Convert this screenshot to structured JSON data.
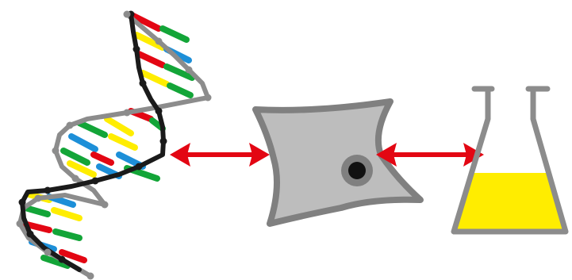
{
  "diagram": {
    "nodes": [
      {
        "id": "dna",
        "icon": "dna-double-helix-icon"
      },
      {
        "id": "cell",
        "icon": "cell-icon"
      },
      {
        "id": "flask",
        "icon": "erlenmeyer-flask-icon"
      }
    ],
    "links": [
      {
        "from": "dna",
        "to": "cell",
        "type": "bidirectional"
      },
      {
        "from": "cell",
        "to": "flask",
        "type": "bidirectional"
      }
    ],
    "colors": {
      "backbone_dark": "#1a1a1a",
      "backbone_gray": "#8c8c8c",
      "base_red": "#e30613",
      "base_green": "#13a538",
      "base_yellow": "#ffed00",
      "base_blue": "#1d8fd8",
      "arrow": "#e30613",
      "cell_fill": "#bdbdbd",
      "cell_outline": "#808080",
      "nucleus": "#111111",
      "flask_outline": "#8c8c8c",
      "liquid": "#ffed00"
    }
  }
}
